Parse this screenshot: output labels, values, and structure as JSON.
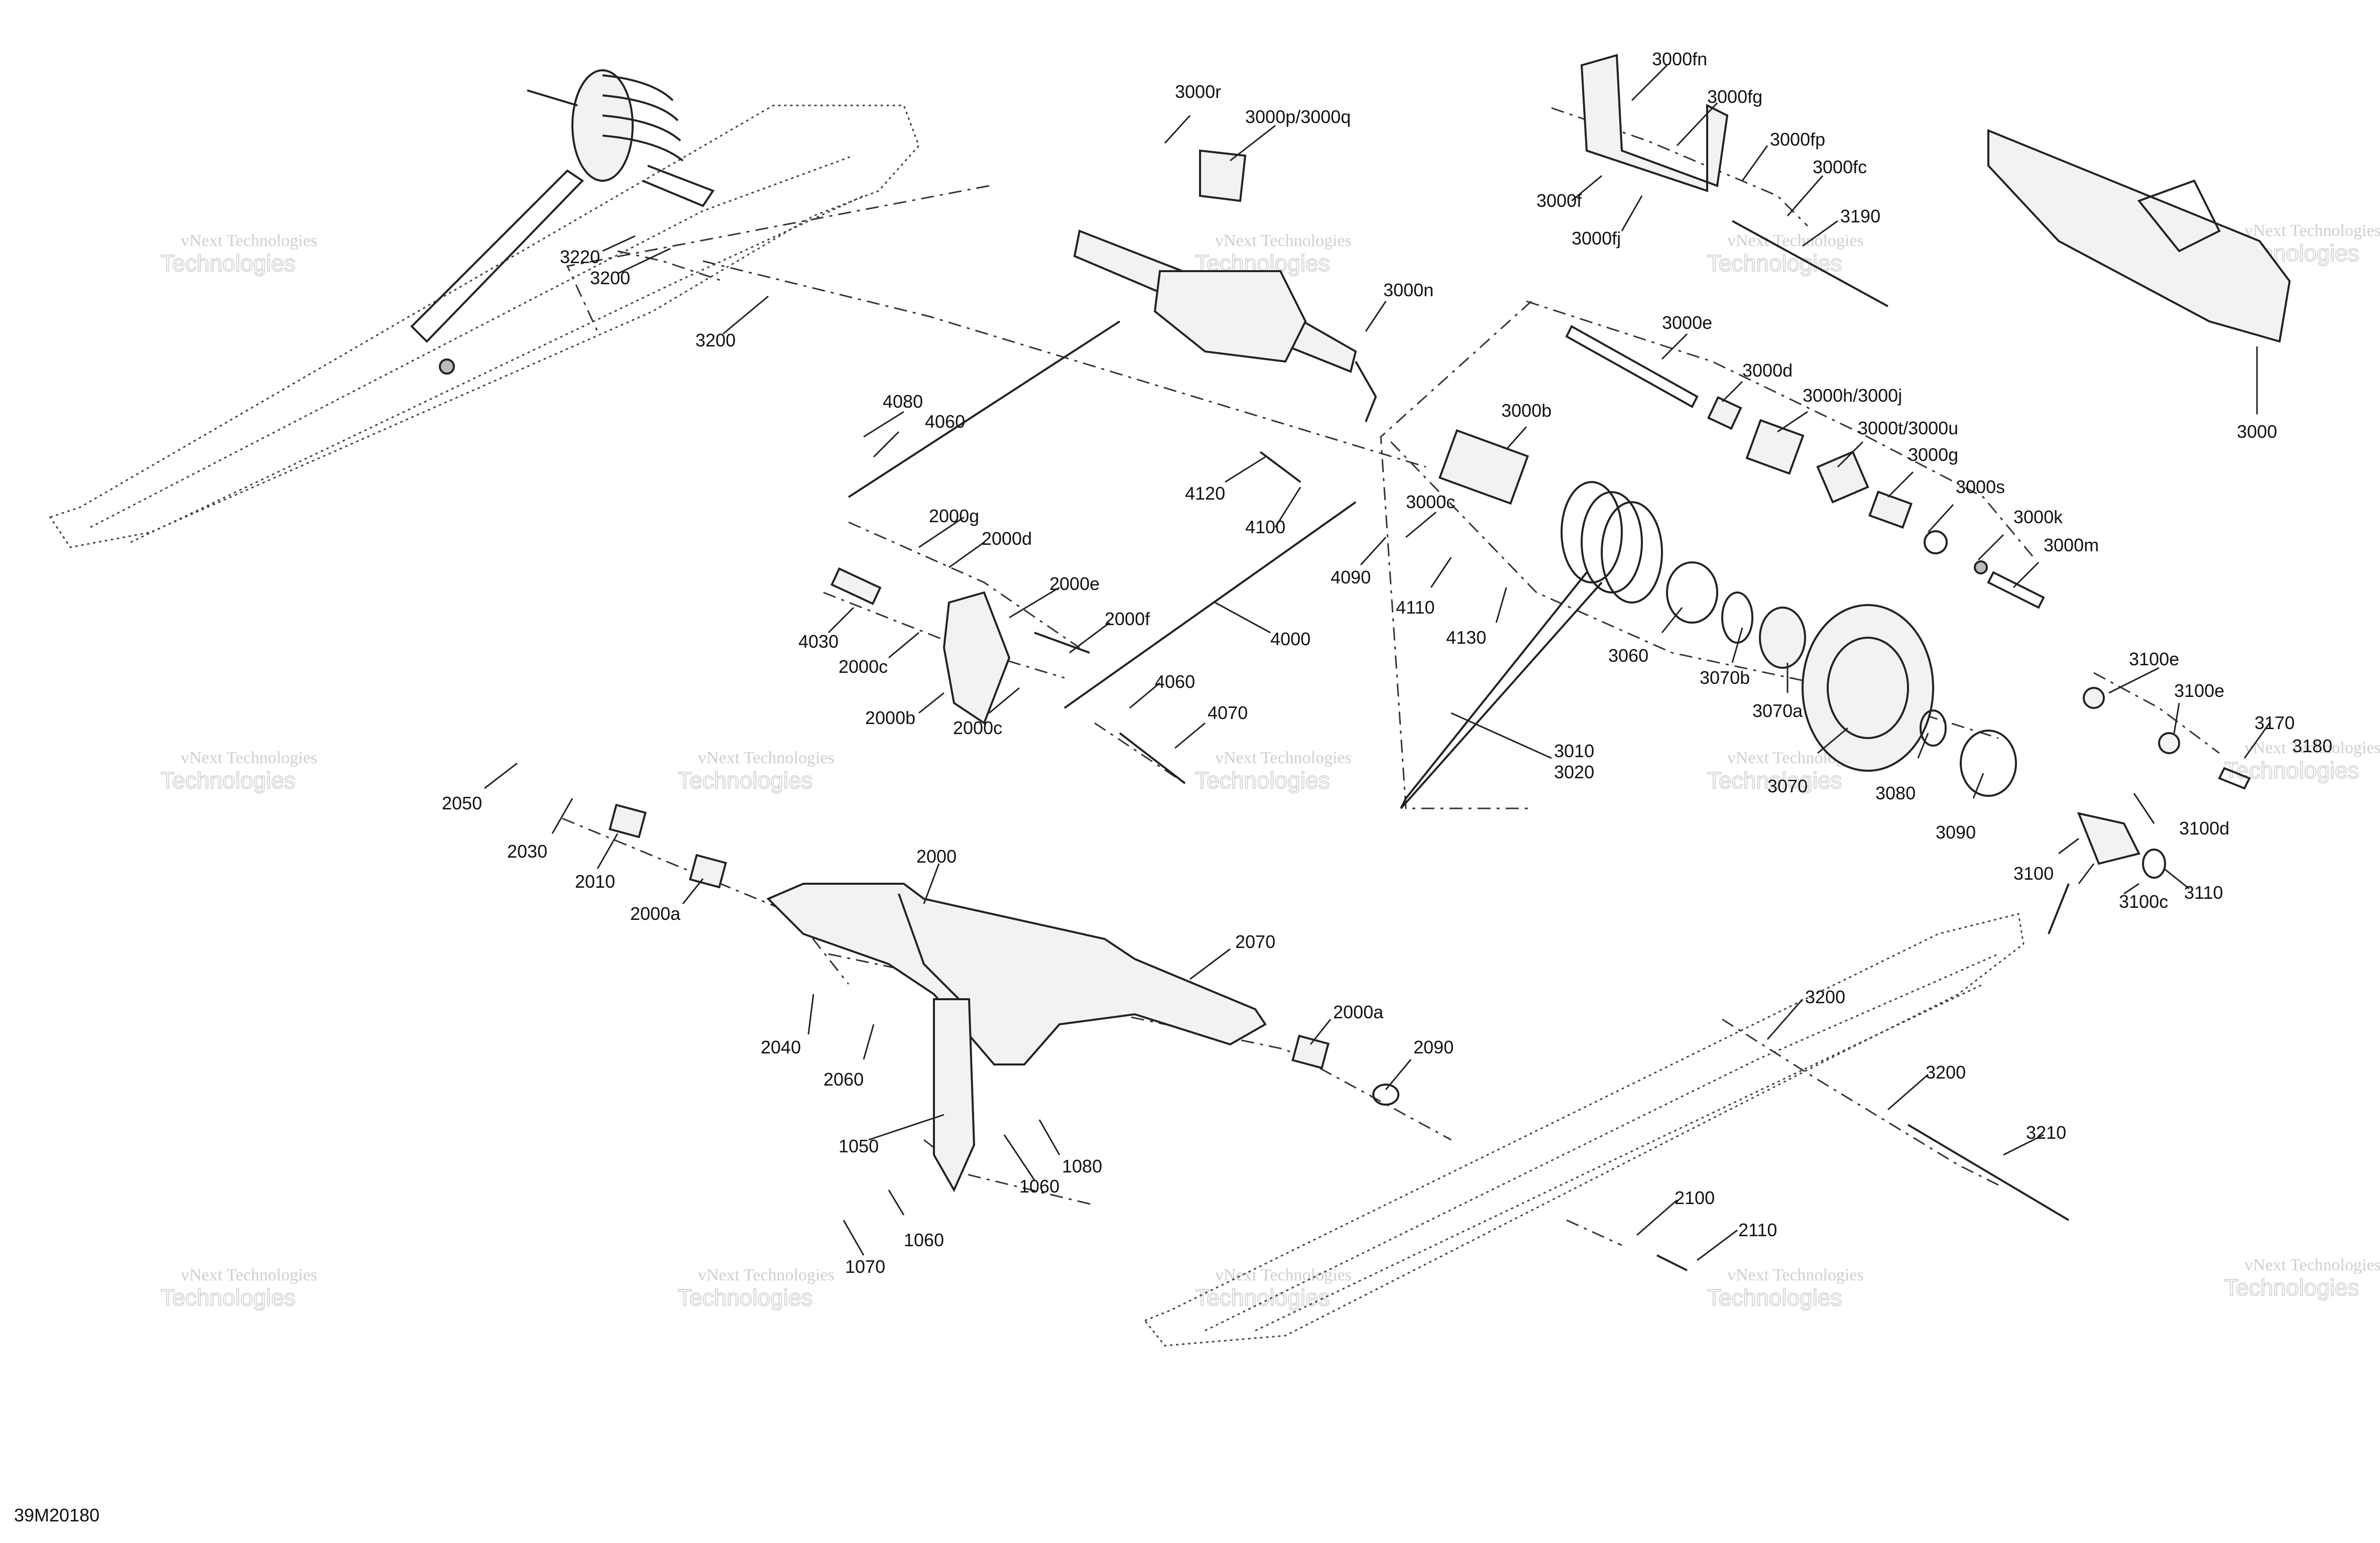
{
  "figure_id": "39M20180",
  "watermark": {
    "line1": "vNext Technologies",
    "line2": "Technologies"
  },
  "callouts": [
    "3220",
    "3200",
    "3200",
    "3000r",
    "3000p/3000q",
    "3000n",
    "3000fn",
    "3000fg",
    "3000fp",
    "3000fc",
    "3000f",
    "3000fj",
    "3190",
    "3000e",
    "3000d",
    "3000h/3000j",
    "3000b",
    "3000t/3000u",
    "3000g",
    "3000s",
    "3000k",
    "3000m",
    "3000",
    "4080",
    "4060",
    "4120",
    "4100",
    "3000c",
    "4090",
    "4110",
    "4130",
    "2000g",
    "2000d",
    "2000e",
    "2000f",
    "4030",
    "2000c",
    "2000b",
    "2000c",
    "4000",
    "4060",
    "4070",
    "3060",
    "3070b",
    "3070a",
    "3070",
    "3010",
    "3020",
    "3080",
    "3090",
    "3100e",
    "3100e",
    "3170",
    "3180",
    "3100d",
    "3100",
    "3100c",
    "3110",
    "2050",
    "2030",
    "2010",
    "2000a",
    "2000",
    "2070",
    "2000a",
    "2090",
    "2040",
    "2060",
    "1050",
    "1060",
    "1080",
    "1060",
    "1070",
    "3200",
    "3200",
    "3210",
    "2100",
    "2110"
  ]
}
